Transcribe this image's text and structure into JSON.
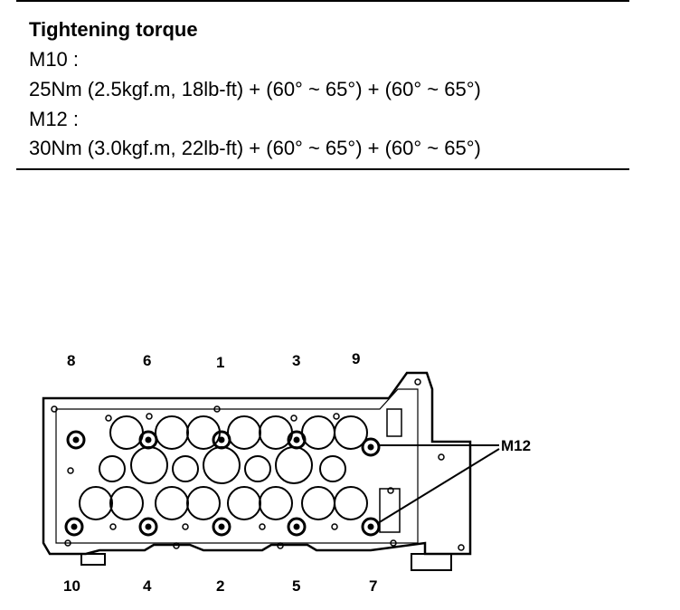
{
  "spec": {
    "title": "Tightening torque",
    "m10_label": "M10  :",
    "m10_value": "25Nm (2.5kgf.m, 18lb-ft) + (60° ~ 65°) + (60° ~ 65°)",
    "m12_label": "M12  :",
    "m12_value": "30Nm (3.0kgf.m, 22lb-ft) + (60° ~ 65°) + (60° ~ 65°)"
  },
  "diagram": {
    "top_numbers": [
      "8",
      "6",
      "1",
      "3",
      "9"
    ],
    "bottom_numbers": [
      "10",
      "4",
      "2",
      "5",
      "7"
    ],
    "callout": "M12"
  }
}
